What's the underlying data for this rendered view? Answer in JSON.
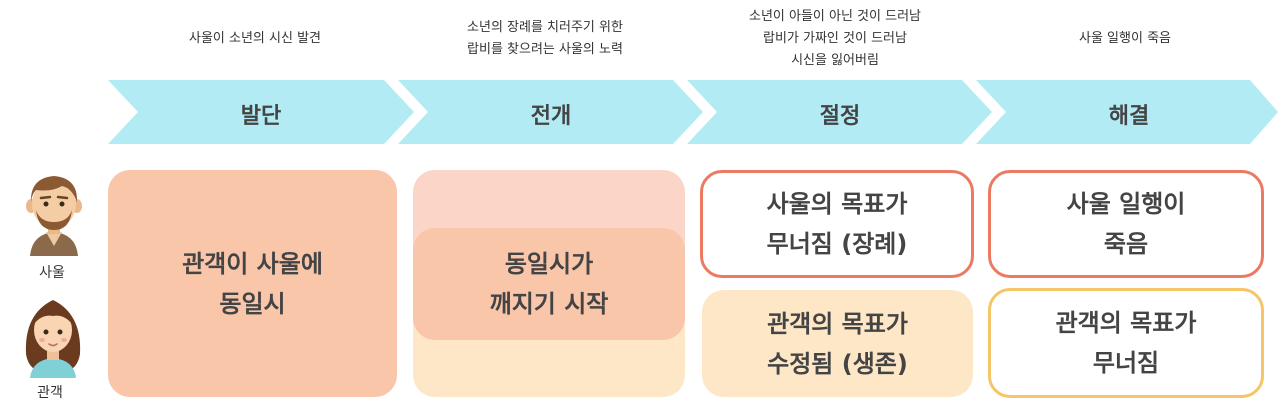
{
  "stages": [
    {
      "label": "발단",
      "description": "사울이 소년의 시신 발견"
    },
    {
      "label": "전개",
      "description": "소년의 장례를 치러주기 위한\n랍비를 찾으려는 사울의 노력"
    },
    {
      "label": "절정",
      "description": "소년이 아들이 아닌 것이 드러남\n랍비가 가짜인 것이 드러남\n시신을 잃어버림"
    },
    {
      "label": "해결",
      "description": "사울 일행이 죽음"
    }
  ],
  "roles": {
    "saul": "사울",
    "audience": "관객"
  },
  "boxes": {
    "stage1_identify": "관객이 사울에\n동일시",
    "stage2_break": "동일시가\n깨지기 시작",
    "stage3_saul": "사울의 목표가\n무너짐 (장례)",
    "stage3_audience": "관객의 목표가\n수정됨 (생존)",
    "stage4_saul": "사울 일행이\n죽음",
    "stage4_audience": "관객의 목표가\n무너짐"
  },
  "colors": {
    "arrow": "#b2ebf4",
    "salmon": "#f9c6a9",
    "salmon_light": "#fbd6c8",
    "cream": "#fde7c7",
    "red_border": "#ec7a63",
    "orange_border": "#f6c567"
  }
}
